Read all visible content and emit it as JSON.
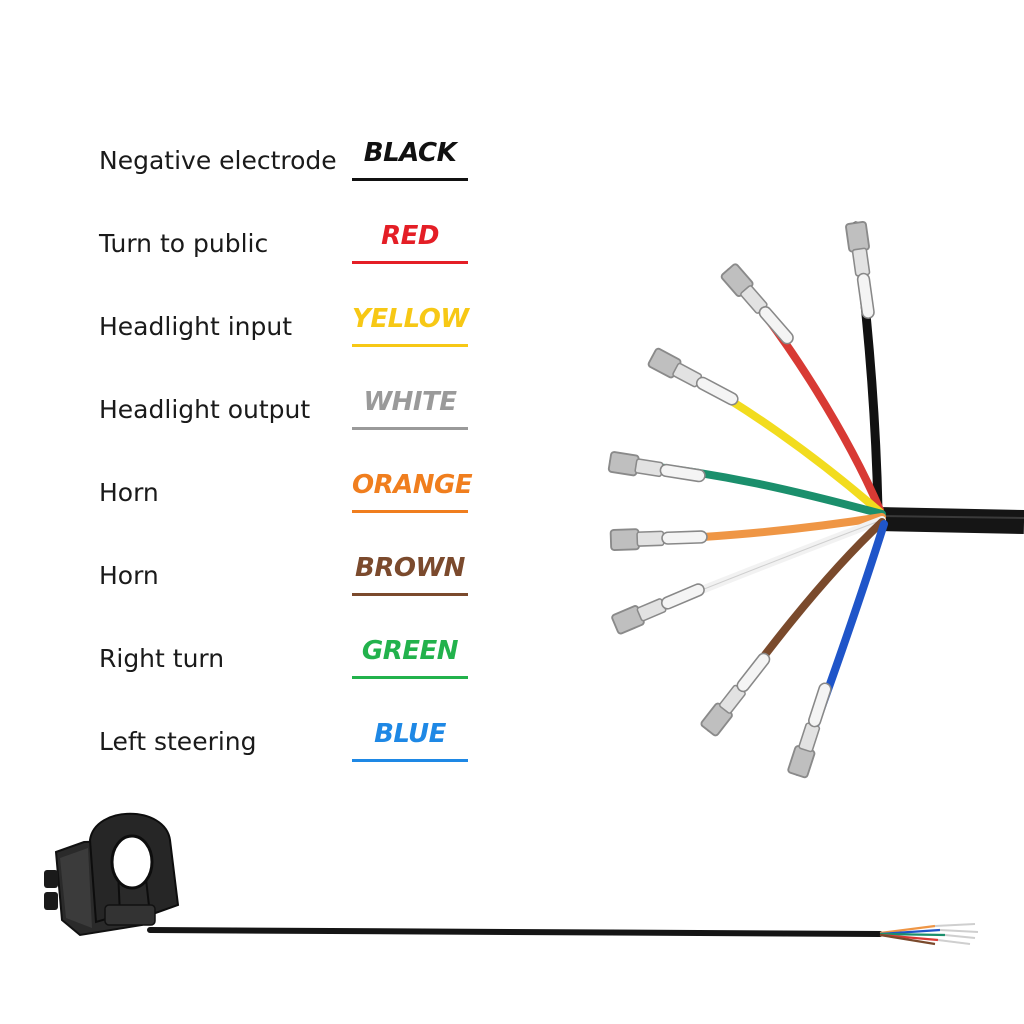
{
  "legend": {
    "rows": [
      {
        "function": "Negative electrode",
        "color_name": "BLACK",
        "color": "#111111"
      },
      {
        "function": "Turn to public",
        "color_name": "RED",
        "color": "#e41e26"
      },
      {
        "function": "Headlight input",
        "color_name": "YELLOW",
        "color": "#f7c815"
      },
      {
        "function": "Headlight output",
        "color_name": "WHITE",
        "color": "#9a9a9a"
      },
      {
        "function": "Horn",
        "color_name": "ORANGE",
        "color": "#f07e1e"
      },
      {
        "function": "Horn",
        "color_name": "BROWN",
        "color": "#7b4a2d"
      },
      {
        "function": "Right turn",
        "color_name": "GREEN",
        "color": "#22b24c"
      },
      {
        "function": "Left steering",
        "color_name": "BLUE",
        "color": "#1e88e5"
      }
    ]
  },
  "wire_colors": {
    "black": "#111111",
    "red": "#d83a34",
    "yellow": "#f2dc1e",
    "teal": "#1b8f6c",
    "orange": "#ef9645",
    "white": "#f2f2f2",
    "brown": "#7a4a2c",
    "blue": "#1f55c9",
    "cable": "#151515",
    "terminal": "#d9d9d9"
  }
}
